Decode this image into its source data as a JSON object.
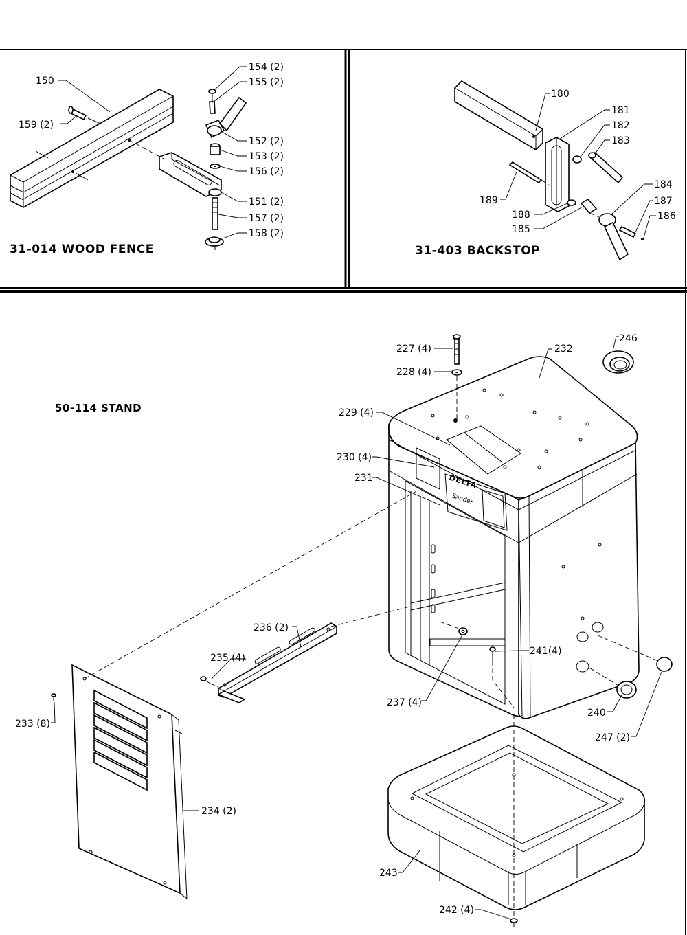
{
  "wood_fence": {
    "title": "31-014  WOOD FENCE",
    "labels": {
      "p150": "150",
      "p159": "159 (2)",
      "p154": "154 (2)",
      "p155": "155 (2)",
      "p152": "152 (2)",
      "p153": "153 (2)",
      "p156": "156 (2)",
      "p151": "151 (2)",
      "p157": "157 (2)",
      "p158": "158 (2)"
    }
  },
  "backstop": {
    "title": "31-403  BACKSTOP",
    "labels": {
      "p180": "180",
      "p181": "181",
      "p182": "182",
      "p183": "183",
      "p184": "184",
      "p187": "187",
      "p186": "186",
      "p189": "189",
      "p188": "188",
      "p185": "185"
    }
  },
  "stand": {
    "title": "50-114 STAND",
    "brand": "DELTA",
    "product": "Sander",
    "labels": {
      "p227": "227 (4)",
      "p228": "228 (4)",
      "p232": "232",
      "p246": "246",
      "p229": "229 (4)",
      "p230": "230 (4)",
      "p231": "231",
      "p236": "236 (2)",
      "p235": "235 (4)",
      "p241": "241(4)",
      "p233": "233 (8)",
      "p237": "237 (4)",
      "p240": "240",
      "p247": "247 (2)",
      "p234": "234 (2)",
      "p243": "243",
      "p242": "242 (4)"
    }
  }
}
